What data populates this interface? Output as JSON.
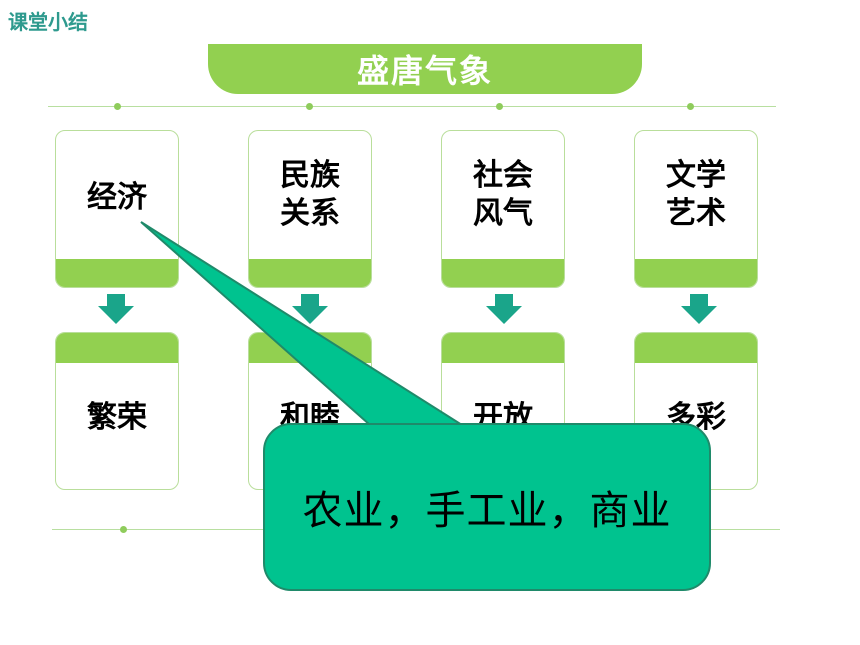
{
  "header": {
    "corner_title": "课堂小结",
    "main_title": "盛唐气象"
  },
  "topics": [
    {
      "line1": "经济",
      "line2": "",
      "result": "繁荣"
    },
    {
      "line1": "民族",
      "line2": "关系",
      "result": "和睦"
    },
    {
      "line1": "社会",
      "line2": "风气",
      "result": "开放"
    },
    {
      "line1": "文学",
      "line2": "艺术",
      "result": "多彩"
    }
  ],
  "callout": {
    "text": "农业，手工业，商业"
  },
  "colors": {
    "green": "#92d050",
    "callout": "#00c38f",
    "arrow": "#1aa58a"
  }
}
